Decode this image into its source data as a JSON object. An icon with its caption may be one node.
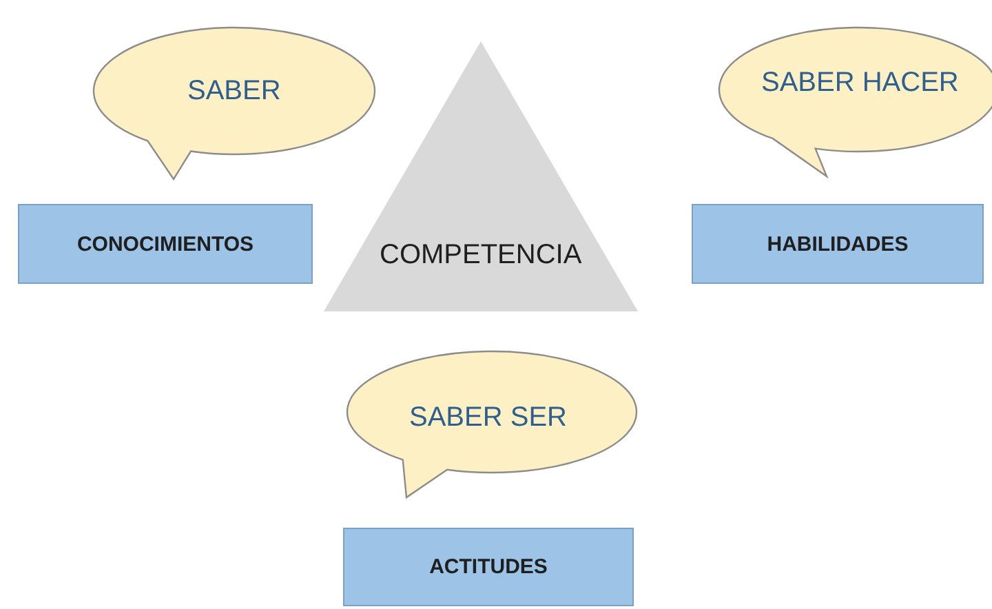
{
  "diagram": {
    "nodes": [
      {
        "text": [
          "SABER"
        ]
      },
      {
        "text": [
          "SABER HACER"
        ]
      },
      {
        "text": [
          "CONOCIMIENTOS"
        ]
      },
      {
        "text": [
          "COMPETENCIA"
        ]
      },
      {
        "text": [
          "HABILIDADES"
        ]
      },
      {
        "text": [
          "SABER SER"
        ]
      },
      {
        "text": [
          "ACTITUDES"
        ]
      }
    ]
  }
}
